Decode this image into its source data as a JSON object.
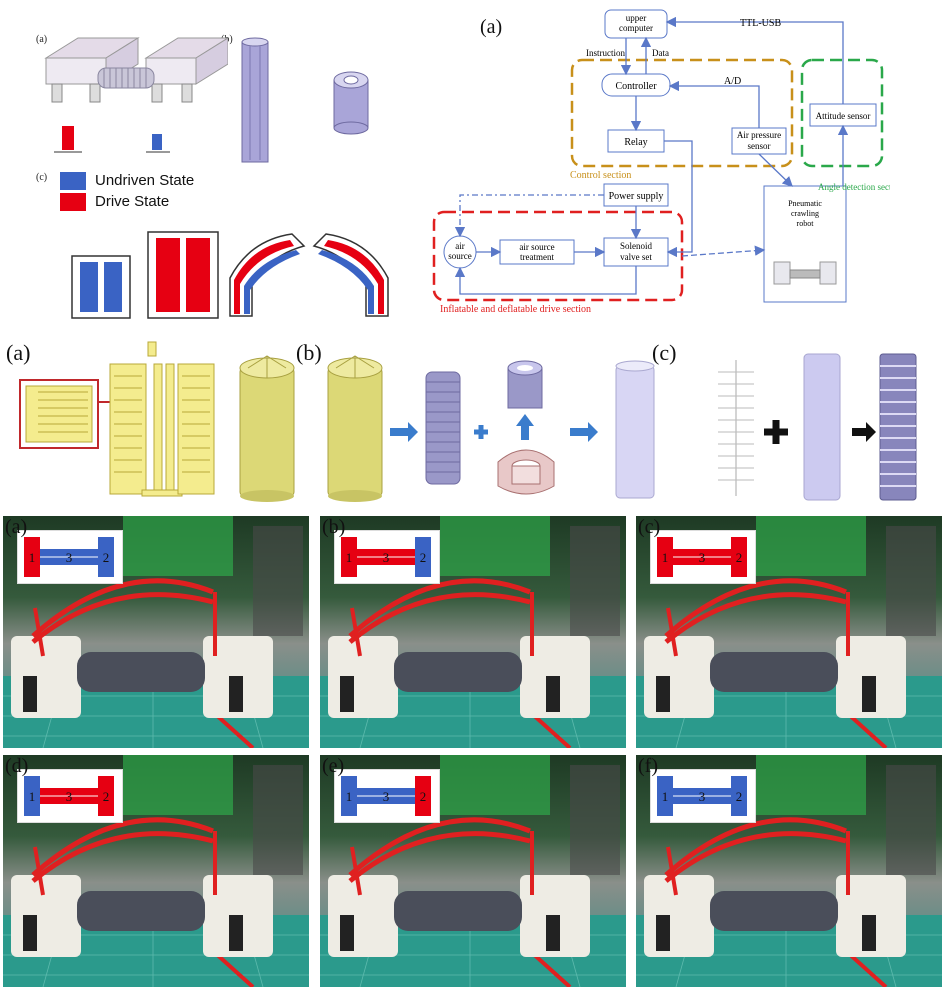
{
  "fig1": {
    "label_a": "(a)",
    "label_b": "(b)",
    "label_c": "(c)",
    "legend": [
      {
        "color": "#3a63c4",
        "label": "Undriven State"
      },
      {
        "color": "#e60012",
        "label": "Drive State"
      }
    ]
  },
  "block_diagram": {
    "label": "(a)",
    "nodes": {
      "upper_computer": "upper computer",
      "controller": "Controller",
      "relay": "Relay",
      "air_pressure_sensor": "Air pressure sensor",
      "attitude_sensor": "Attitude sensor",
      "power_supply": "Power supply",
      "air_source": "air source",
      "air_source_treatment": "air source treatment",
      "solenoid_valve_set": "Solenoid valve set",
      "robot": "Pneumatic crawling robot"
    },
    "edge_labels": {
      "instruction": "Instruction",
      "data": "Data",
      "ttl_usb": "TTL-USB",
      "ad": "A/D"
    },
    "sections": {
      "control": "Control section",
      "angle": "Angle detection section",
      "drive": "Inflatable and deflatable drive section"
    },
    "colors": {
      "control": "#c8901a",
      "angle": "#2aa84a",
      "drive": "#e02020",
      "line": "#5a78c8"
    }
  },
  "fig2": {
    "label_a": "(a)",
    "label_b": "(b)",
    "label_c": "(c)"
  },
  "photos": [
    {
      "label": "(a)",
      "seg1": "1",
      "seg2": "2",
      "seg3": "3",
      "c1": "#e60012",
      "c3": "#3a63c4",
      "c2": "#3a63c4"
    },
    {
      "label": "(b)",
      "seg1": "1",
      "seg2": "2",
      "seg3": "3",
      "c1": "#e60012",
      "c3": "#e60012",
      "c2": "#3a63c4"
    },
    {
      "label": "(c)",
      "seg1": "1",
      "seg2": "2",
      "seg3": "3",
      "c1": "#e60012",
      "c3": "#e60012",
      "c2": "#e60012"
    },
    {
      "label": "(d)",
      "seg1": "1",
      "seg2": "2",
      "seg3": "3",
      "c1": "#3a63c4",
      "c3": "#e60012",
      "c2": "#e60012"
    },
    {
      "label": "(e)",
      "seg1": "1",
      "seg2": "2",
      "seg3": "3",
      "c1": "#3a63c4",
      "c3": "#3a63c4",
      "c2": "#e60012"
    },
    {
      "label": "(f)",
      "seg1": "1",
      "seg2": "2",
      "seg3": "3",
      "c1": "#3a63c4",
      "c3": "#3a63c4",
      "c2": "#3a63c4"
    }
  ]
}
